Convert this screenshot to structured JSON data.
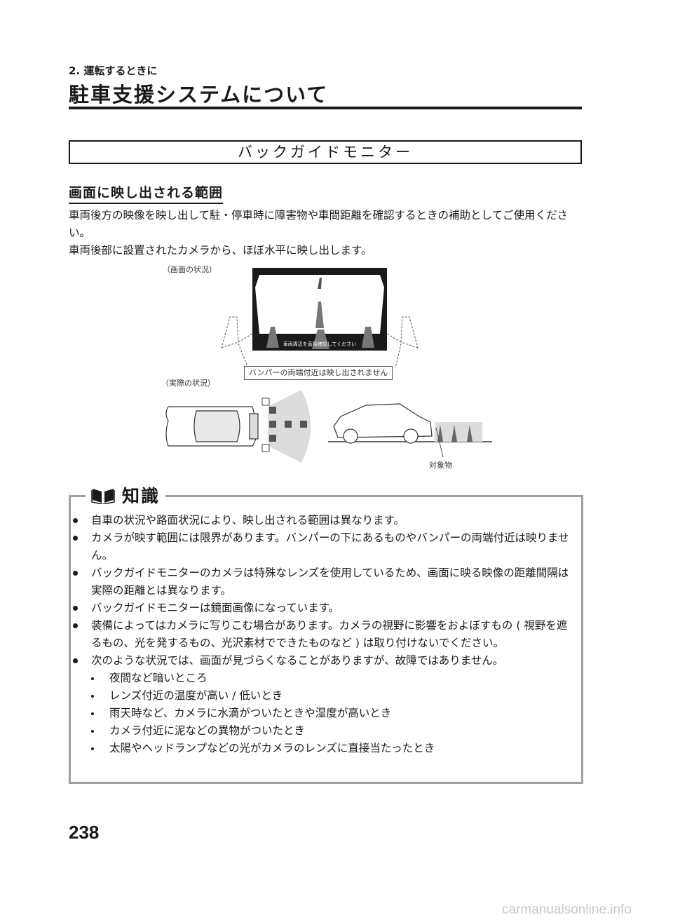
{
  "header": {
    "section_label": "2. 運転するときに",
    "page_title": "駐車支援システムについて"
  },
  "banner": {
    "title": "バックガイドモニター"
  },
  "section": {
    "heading": "画面に映し出される範囲",
    "paragraphs": [
      "車両後方の映像を映し出して駐・停車時に障害物や車間距離を確認するときの補助としてご使用ください。",
      "車両後部に設置されたカメラから、ほぼ水平に映し出します。"
    ]
  },
  "figure": {
    "screen_state_label": "（画面の状況）",
    "actual_state_label": "（実際の状況）",
    "screen_caption": "車両周辺を直接確認してください",
    "annotation": "バンパーの両端付近は映し出されません",
    "target_label": "対象物"
  },
  "info": {
    "title": "知識",
    "icon": "book-icon",
    "items": [
      {
        "type": "bullet",
        "text": "自車の状況や路面状況により、映し出される範囲は異なります。"
      },
      {
        "type": "bullet",
        "text": "カメラが映す範囲には限界があります。バンパーの下にあるものやバンパーの両端付近は映りません。"
      },
      {
        "type": "bullet",
        "text": "バックガイドモニターのカメラは特殊なレンズを使用しているため、画面に映る映像の距離間隔は実際の距離とは異なります。"
      },
      {
        "type": "bullet",
        "text": "バックガイドモニターは鏡面画像になっています。"
      },
      {
        "type": "bullet",
        "text": "装備によってはカメラに写りこむ場合があります。カメラの視野に影響をおよぼすもの ( 視野を遮るもの、光を発するもの、光沢素材でできたものなど ) は取り付けないでください。"
      },
      {
        "type": "bullet",
        "text": "次のような状況では、画面が見づらくなることがありますが、故障ではありません。"
      },
      {
        "type": "sub",
        "text": "夜間など暗いところ"
      },
      {
        "type": "sub",
        "text": "レンズ付近の温度が高い / 低いとき"
      },
      {
        "type": "sub",
        "text": "雨天時など、カメラに水滴がついたときや湿度が高いとき"
      },
      {
        "type": "sub",
        "text": "カメラ付近に泥などの異物がついたとき"
      },
      {
        "type": "sub",
        "text": "太陽やヘッドランプなどの光がカメラのレンズに直接当たったとき"
      }
    ]
  },
  "footer": {
    "page_number": "238",
    "watermark": "carmanualsonline.info"
  }
}
